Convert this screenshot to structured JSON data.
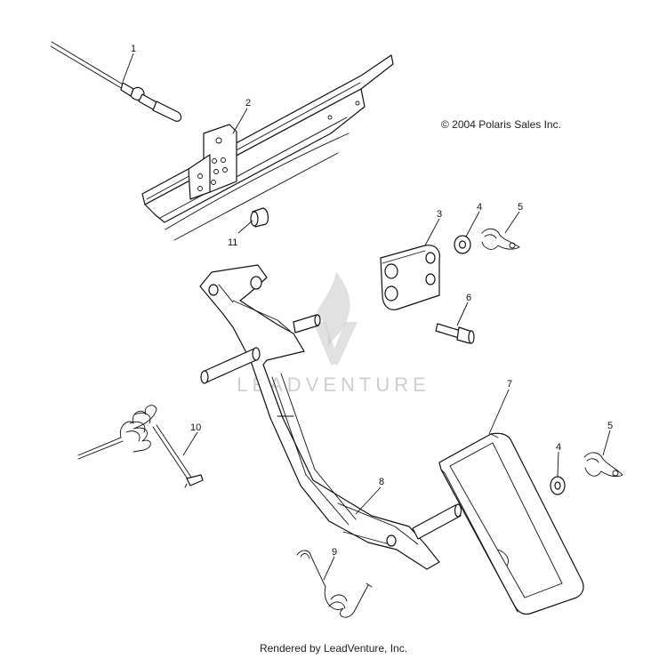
{
  "copyright": "© 2004 Polaris Sales Inc.",
  "watermark": "LEADVENTURE",
  "footer": "Rendered by LeadVenture, Inc.",
  "callouts": [
    "1",
    "2",
    "3",
    "4",
    "5",
    "6",
    "7",
    "8",
    "9",
    "10",
    "11",
    "4",
    "5"
  ],
  "colors": {
    "line": "#111111",
    "watermark": "#c9c9c9",
    "background": "#ffffff"
  }
}
